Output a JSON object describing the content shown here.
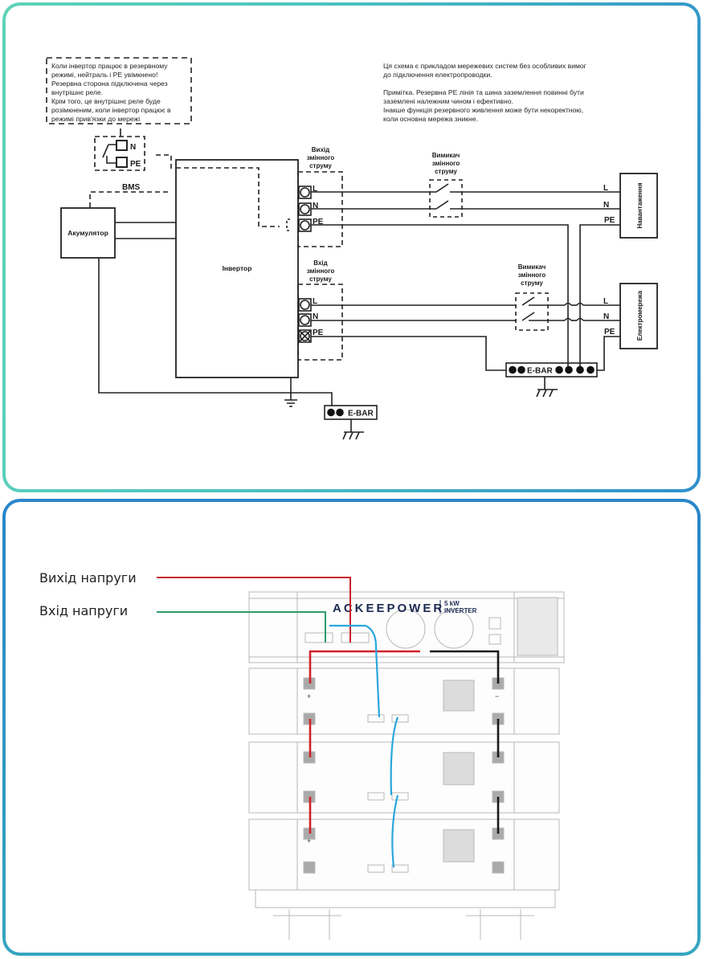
{
  "schematic": {
    "callout_note": [
      "Коли інвертор працює в резервному",
      "режимі, нейтраль і PE увімкнено!",
      "Резервна сторона підключена через",
      "внутрішнє реле.",
      "Крім того, це внутрішнє реле буде",
      "розімкненим, коли інвертор працює в",
      "режимі прив'язки до мережі"
    ],
    "info_note": [
      "Ця схема є прикладом мережевих систем без особливих вимог",
      "до підключення електропроводки.",
      "",
      "Примітка. Резервна PE лінія та шина заземлення повинні бути",
      "заземлені належним чином і ефективно.",
      "Інакше функція резервного живлення може бути некоректною,",
      "коли основна мережа зникне."
    ],
    "relay_terminals": [
      "N",
      "PE"
    ],
    "bms_label": "BMS",
    "battery_label": "Акумулятор",
    "inverter_label": "Інвертор",
    "ac_output_label": [
      "Вихід",
      "змінного",
      "струму"
    ],
    "ac_input_label": [
      "Вхід",
      "змінного",
      "струму"
    ],
    "terminal_labels": [
      "L",
      "N",
      "PE"
    ],
    "breaker_label": [
      "Вимикач",
      "змінного",
      "струму"
    ],
    "load_label": "Навантаження",
    "grid_label": "Електромережа",
    "ebar_label": "E-BAR"
  },
  "photo": {
    "legend": [
      {
        "label": "Вихід напруги",
        "color": "#c8202a"
      },
      {
        "label": "Вхід напруги",
        "color": "#2e9a6c"
      }
    ],
    "brand": "ACKEEPOWER",
    "model_top": "5 kW",
    "model_bottom": "INVERTER",
    "plus_sign": "+",
    "minus_sign": "−",
    "cable_colors": {
      "positive": "#d0202a",
      "negative": "#1a1a1a",
      "comm": "#2aa6dc"
    }
  }
}
